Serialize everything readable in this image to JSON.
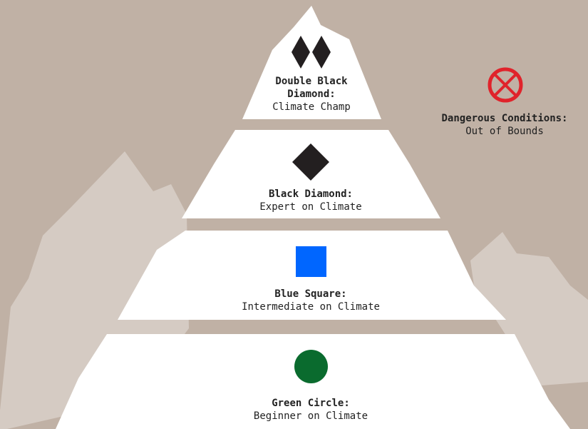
{
  "levels": [
    {
      "title": "Double Black Diamond:",
      "subtitle": "Climate Champ",
      "icon": "double-black-diamond-icon",
      "color": "#231f20"
    },
    {
      "title": "Black Diamond:",
      "subtitle": "Expert on Climate",
      "icon": "black-diamond-icon",
      "color": "#231f20"
    },
    {
      "title": "Blue Square:",
      "subtitle": "Intermediate on Climate",
      "icon": "blue-square-icon",
      "color": "#0066ff"
    },
    {
      "title": "Green Circle:",
      "subtitle": "Beginner on Climate",
      "icon": "green-circle-icon",
      "color": "#0a6b2e"
    }
  ],
  "danger": {
    "title": "Dangerous Conditions:",
    "subtitle": "Out of Bounds",
    "icon": "prohibited-icon",
    "color": "#e0232b"
  },
  "colors": {
    "background": "#c0b1a5",
    "rock": "#d5cbc3",
    "snow": "#ffffff"
  }
}
